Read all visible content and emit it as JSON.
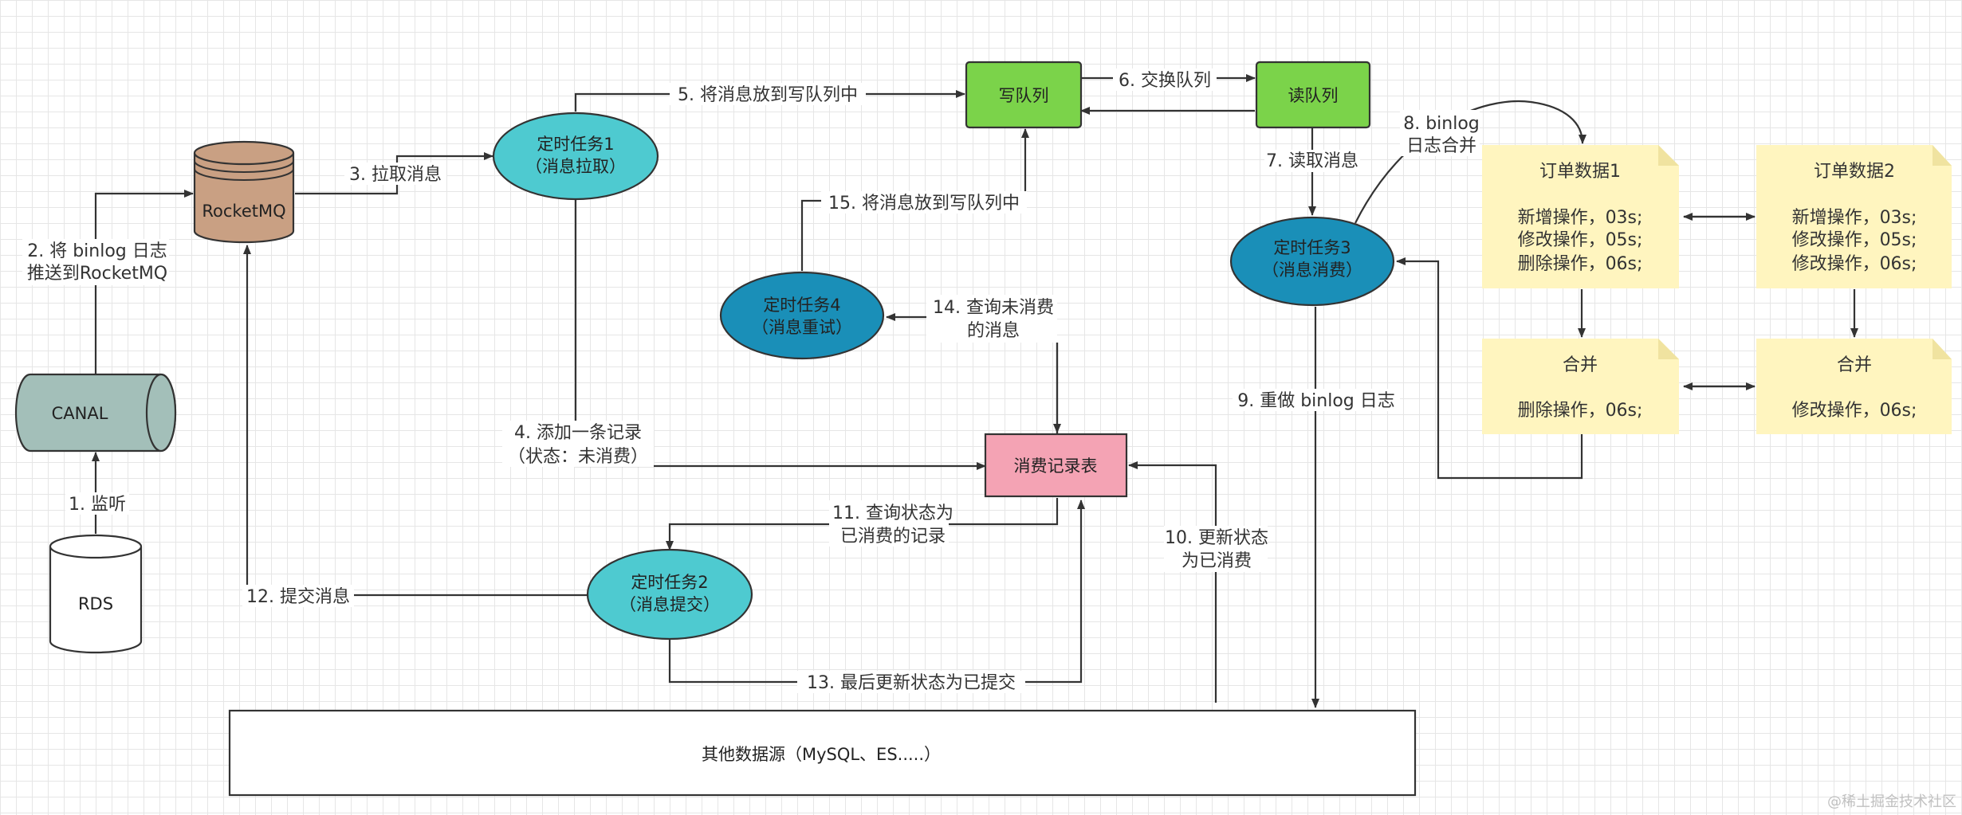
{
  "nodes": {
    "rds": "RDS",
    "canal": "CANAL",
    "rocketmq": "RocketMQ",
    "task1": [
      "定时任务1",
      "（消息拉取）"
    ],
    "task2": [
      "定时任务2",
      "（消息提交）"
    ],
    "task3": [
      "定时任务3",
      "（消息消费）"
    ],
    "task4": [
      "定时任务4",
      "（消息重试）"
    ],
    "write_queue": "写队列",
    "read_queue": "读队列",
    "consume_table": "消费记录表",
    "other_sources": "其他数据源（MySQL、ES.....）"
  },
  "notes": {
    "order1": {
      "title": "订单数据1",
      "lines": [
        "新增操作，03s;",
        "修改操作，05s;",
        "删除操作，06s;"
      ]
    },
    "order2": {
      "title": "订单数据2",
      "lines": [
        "新增操作，03s;",
        "修改操作，05s;",
        "修改操作，06s;"
      ]
    },
    "merge1": {
      "title": "合并",
      "lines": [
        "删除操作，06s;"
      ]
    },
    "merge2": {
      "title": "合并",
      "lines": [
        "修改操作，06s;"
      ]
    }
  },
  "edges": {
    "e1": "1. 监听",
    "e2": [
      "2. 将 binlog 日志",
      "推送到RocketMQ"
    ],
    "e3": "3. 拉取消息",
    "e4": [
      "4. 添加一条记录",
      "（状态：未消费）"
    ],
    "e5": "5. 将消息放到写队列中",
    "e6": "6. 交换队列",
    "e7": "7. 读取消息",
    "e8": [
      "8. binlog",
      "日志合并"
    ],
    "e9": "9. 重做 binlog 日志",
    "e10": [
      "10. 更新状态",
      "为已消费"
    ],
    "e11": [
      "11. 查询状态为",
      "已消费的记录"
    ],
    "e12": "12. 提交消息",
    "e13": "13. 最后更新状态为已提交",
    "e14": [
      "14. 查询未消费",
      "的消息"
    ],
    "e15": "15. 将消息放到写队列中"
  },
  "colors": {
    "canal": "#a3bfb9",
    "rocketmq": "#c9a083",
    "task_light": "#4ecad0",
    "task_dark": "#1a8fb8",
    "queue": "#7bd34a",
    "consume_table": "#f4a3b4",
    "note": "#fff5bf"
  },
  "watermark": "@稀土掘金技术社区"
}
